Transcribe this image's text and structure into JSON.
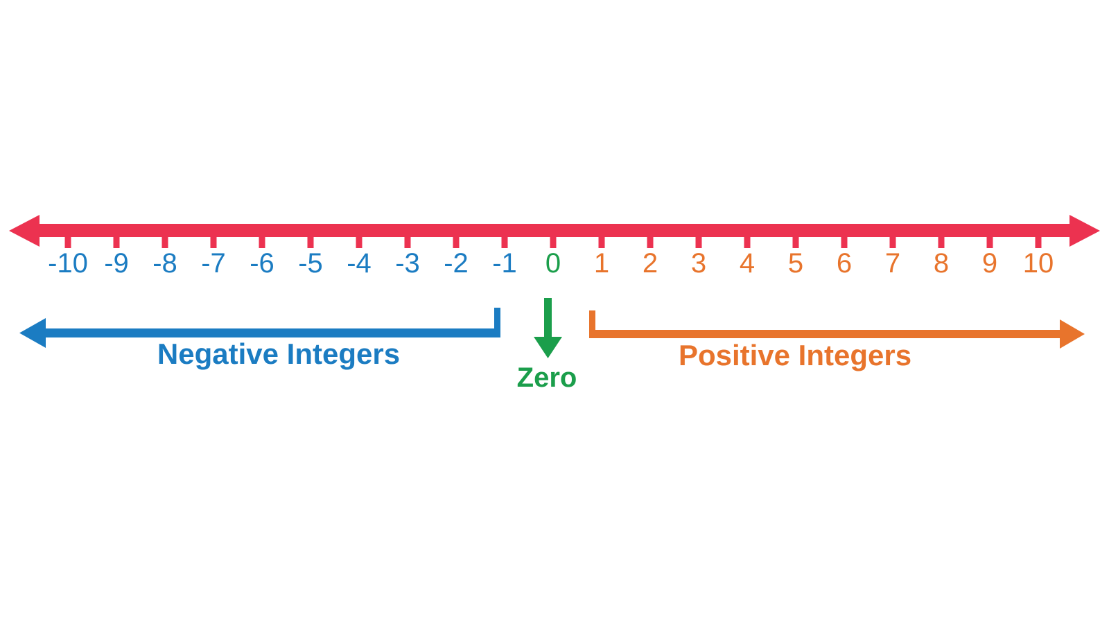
{
  "chart_data": {
    "type": "number-line",
    "title": "",
    "axis": {
      "min": -10,
      "max": 10,
      "step": 1,
      "double_headed": true,
      "color": "#ec3250",
      "tick_count": 21
    },
    "ticks": [
      {
        "value": -10,
        "label": "-10",
        "color": "#1b7cc2",
        "group": "negative"
      },
      {
        "value": -9,
        "label": "-9",
        "color": "#1b7cc2",
        "group": "negative"
      },
      {
        "value": -8,
        "label": "-8",
        "color": "#1b7cc2",
        "group": "negative"
      },
      {
        "value": -7,
        "label": "-7",
        "color": "#1b7cc2",
        "group": "negative"
      },
      {
        "value": -6,
        "label": "-6",
        "color": "#1b7cc2",
        "group": "negative"
      },
      {
        "value": -5,
        "label": "-5",
        "color": "#1b7cc2",
        "group": "negative"
      },
      {
        "value": -4,
        "label": "-4",
        "color": "#1b7cc2",
        "group": "negative"
      },
      {
        "value": -3,
        "label": "-3",
        "color": "#1b7cc2",
        "group": "negative"
      },
      {
        "value": -2,
        "label": "-2",
        "color": "#1b7cc2",
        "group": "negative"
      },
      {
        "value": -1,
        "label": "-1",
        "color": "#1b7cc2",
        "group": "negative"
      },
      {
        "value": 0,
        "label": "0",
        "color": "#1b9e4b",
        "group": "zero"
      },
      {
        "value": 1,
        "label": "1",
        "color": "#e8742c",
        "group": "positive"
      },
      {
        "value": 2,
        "label": "2",
        "color": "#e8742c",
        "group": "positive"
      },
      {
        "value": 3,
        "label": "3",
        "color": "#e8742c",
        "group": "positive"
      },
      {
        "value": 4,
        "label": "4",
        "color": "#e8742c",
        "group": "positive"
      },
      {
        "value": 5,
        "label": "5",
        "color": "#e8742c",
        "group": "positive"
      },
      {
        "value": 6,
        "label": "6",
        "color": "#e8742c",
        "group": "positive"
      },
      {
        "value": 7,
        "label": "7",
        "color": "#e8742c",
        "group": "positive"
      },
      {
        "value": 8,
        "label": "8",
        "color": "#e8742c",
        "group": "positive"
      },
      {
        "value": 9,
        "label": "9",
        "color": "#e8742c",
        "group": "positive"
      },
      {
        "value": 10,
        "label": "10",
        "color": "#e8742c",
        "group": "positive"
      }
    ],
    "annotations": [
      {
        "id": "negative",
        "label": "Negative Integers",
        "color": "#1b7cc2",
        "range": [
          -10,
          -1
        ],
        "direction": "left",
        "description": "Leftward arrow spanning -10 through -1"
      },
      {
        "id": "zero",
        "label": "Zero",
        "color": "#1b9e4b",
        "range": [
          0,
          0
        ],
        "direction": "down",
        "description": "Downward arrow pointing at 0"
      },
      {
        "id": "positive",
        "label": "Positive Integers",
        "color": "#e8742c",
        "range": [
          1,
          10
        ],
        "direction": "right",
        "description": "Rightward arrow spanning 1 through 10"
      }
    ],
    "legend": {
      "position": "below-axis",
      "entries": [
        "Negative Integers",
        "Zero",
        "Positive Integers"
      ]
    },
    "colors": {
      "axis_red": "#ec3250",
      "negative_blue": "#1b7cc2",
      "zero_green": "#1b9e4b",
      "positive_orange": "#e8742c",
      "background": "#ffffff"
    }
  },
  "figure": {
    "negative_label": "Negative Integers",
    "zero_label": "Zero",
    "positive_label": "Positive Integers"
  }
}
